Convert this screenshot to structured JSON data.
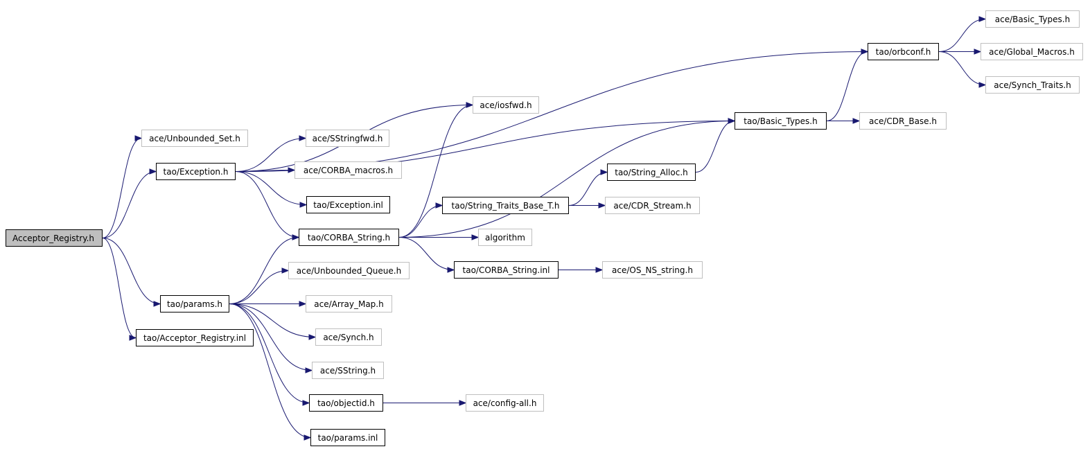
{
  "graph": {
    "edge_color": "#191970",
    "nodes": [
      {
        "id": "acceptor_registry_h",
        "label": "Acceptor_Registry.h",
        "kind": "root"
      },
      {
        "id": "ace_unbounded_set_h",
        "label": "ace/Unbounded_Set.h",
        "kind": "external"
      },
      {
        "id": "tao_exception_h",
        "label": "tao/Exception.h",
        "kind": "linked"
      },
      {
        "id": "tao_params_h",
        "label": "tao/params.h",
        "kind": "linked"
      },
      {
        "id": "tao_acceptor_registry_inl",
        "label": "tao/Acceptor_Registry.inl",
        "kind": "linked"
      },
      {
        "id": "ace_iosfwd_h",
        "label": "ace/iosfwd.h",
        "kind": "external"
      },
      {
        "id": "ace_sstringfwd_h",
        "label": "ace/SStringfwd.h",
        "kind": "external"
      },
      {
        "id": "ace_corba_macros_h",
        "label": "ace/CORBA_macros.h",
        "kind": "external"
      },
      {
        "id": "tao_exception_inl",
        "label": "tao/Exception.inl",
        "kind": "linked"
      },
      {
        "id": "tao_corba_string_h",
        "label": "tao/CORBA_String.h",
        "kind": "linked"
      },
      {
        "id": "ace_unbounded_queue_h",
        "label": "ace/Unbounded_Queue.h",
        "kind": "external"
      },
      {
        "id": "ace_array_map_h",
        "label": "ace/Array_Map.h",
        "kind": "external"
      },
      {
        "id": "ace_synch_h",
        "label": "ace/Synch.h",
        "kind": "external"
      },
      {
        "id": "ace_sstring_h",
        "label": "ace/SString.h",
        "kind": "external"
      },
      {
        "id": "tao_objectid_h",
        "label": "tao/objectid.h",
        "kind": "linked"
      },
      {
        "id": "tao_params_inl",
        "label": "tao/params.inl",
        "kind": "linked"
      },
      {
        "id": "tao_string_traits_base_t_h",
        "label": "tao/String_Traits_Base_T.h",
        "kind": "linked"
      },
      {
        "id": "algorithm",
        "label": "algorithm",
        "kind": "external"
      },
      {
        "id": "tao_corba_string_inl",
        "label": "tao/CORBA_String.inl",
        "kind": "linked"
      },
      {
        "id": "ace_config_all_h",
        "label": "ace/config-all.h",
        "kind": "external"
      },
      {
        "id": "tao_string_alloc_h",
        "label": "tao/String_Alloc.h",
        "kind": "linked"
      },
      {
        "id": "ace_cdr_stream_h",
        "label": "ace/CDR_Stream.h",
        "kind": "external"
      },
      {
        "id": "ace_os_ns_string_h",
        "label": "ace/OS_NS_string.h",
        "kind": "external"
      },
      {
        "id": "tao_basic_types_h",
        "label": "tao/Basic_Types.h",
        "kind": "linked"
      },
      {
        "id": "ace_cdr_base_h",
        "label": "ace/CDR_Base.h",
        "kind": "external"
      },
      {
        "id": "tao_orbconf_h",
        "label": "tao/orbconf.h",
        "kind": "linked"
      },
      {
        "id": "ace_basic_types_h",
        "label": "ace/Basic_Types.h",
        "kind": "external"
      },
      {
        "id": "ace_global_macros_h",
        "label": "ace/Global_Macros.h",
        "kind": "external"
      },
      {
        "id": "ace_synch_traits_h",
        "label": "ace/Synch_Traits.h",
        "kind": "external"
      }
    ],
    "edges": [
      [
        "acceptor_registry_h",
        "ace_unbounded_set_h"
      ],
      [
        "acceptor_registry_h",
        "tao_exception_h"
      ],
      [
        "acceptor_registry_h",
        "tao_params_h"
      ],
      [
        "acceptor_registry_h",
        "tao_acceptor_registry_inl"
      ],
      [
        "tao_exception_h",
        "ace_sstringfwd_h"
      ],
      [
        "tao_exception_h",
        "ace_corba_macros_h"
      ],
      [
        "tao_exception_h",
        "tao_exception_inl"
      ],
      [
        "tao_exception_h",
        "tao_corba_string_h"
      ],
      [
        "tao_exception_h",
        "ace_iosfwd_h"
      ],
      [
        "tao_exception_h",
        "tao_basic_types_h"
      ],
      [
        "tao_exception_h",
        "tao_orbconf_h"
      ],
      [
        "tao_params_h",
        "tao_corba_string_h"
      ],
      [
        "tao_params_h",
        "ace_unbounded_queue_h"
      ],
      [
        "tao_params_h",
        "ace_array_map_h"
      ],
      [
        "tao_params_h",
        "ace_synch_h"
      ],
      [
        "tao_params_h",
        "ace_sstring_h"
      ],
      [
        "tao_params_h",
        "tao_objectid_h"
      ],
      [
        "tao_params_h",
        "tao_params_inl"
      ],
      [
        "tao_corba_string_h",
        "ace_iosfwd_h"
      ],
      [
        "tao_corba_string_h",
        "tao_basic_types_h"
      ],
      [
        "tao_corba_string_h",
        "tao_string_traits_base_t_h"
      ],
      [
        "tao_corba_string_h",
        "algorithm"
      ],
      [
        "tao_corba_string_h",
        "tao_corba_string_inl"
      ],
      [
        "tao_string_traits_base_t_h",
        "tao_string_alloc_h"
      ],
      [
        "tao_string_traits_base_t_h",
        "ace_cdr_stream_h"
      ],
      [
        "tao_string_alloc_h",
        "tao_basic_types_h"
      ],
      [
        "tao_corba_string_inl",
        "ace_os_ns_string_h"
      ],
      [
        "tao_objectid_h",
        "ace_config_all_h"
      ],
      [
        "tao_basic_types_h",
        "tao_orbconf_h"
      ],
      [
        "tao_basic_types_h",
        "ace_cdr_base_h"
      ],
      [
        "tao_orbconf_h",
        "ace_basic_types_h"
      ],
      [
        "tao_orbconf_h",
        "ace_global_macros_h"
      ],
      [
        "tao_orbconf_h",
        "ace_synch_traits_h"
      ]
    ]
  }
}
